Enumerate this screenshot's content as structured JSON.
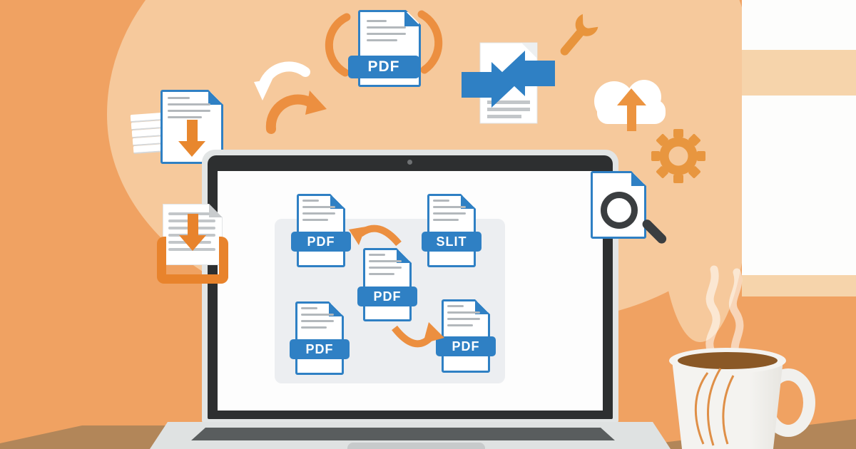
{
  "scene": {
    "objects": [
      "laptop",
      "window",
      "desk",
      "coffee-cup"
    ],
    "floating_icon_names": [
      "stacked-documents-download",
      "sync-arrows",
      "pdf-rotate",
      "compress-document",
      "wrench",
      "cloud-upload",
      "gear",
      "document-search",
      "document-download-tray"
    ]
  },
  "laptop": {
    "screen_panel": {
      "icons": [
        {
          "label": "PDF"
        },
        {
          "label": "SLIT"
        },
        {
          "label": "PDF"
        },
        {
          "label": "PDF"
        },
        {
          "label": "PDF"
        }
      ]
    }
  },
  "floating": {
    "rotate_icon_label": "PDF"
  },
  "colors": {
    "wall_orange": "#F0A262",
    "blob_peach": "#F6C99C",
    "desk_brown": "#B28659",
    "window_frame": "#F6D4AB",
    "window_pane": "#FDFDFC",
    "icon_blue": "#2F80C4",
    "accent_orange": "#EC8F40",
    "deep_orange": "#E8832C",
    "laptop_bezel": "#2D2F30",
    "laptop_body": "#E2E5E5",
    "keyboard_gray": "#595D5E",
    "screen_panel_gray": "#ECEEF1",
    "magnifier_dark": "#3B3E40",
    "coffee_brown": "#8A5826",
    "cup_white": "#F2F1EE"
  }
}
